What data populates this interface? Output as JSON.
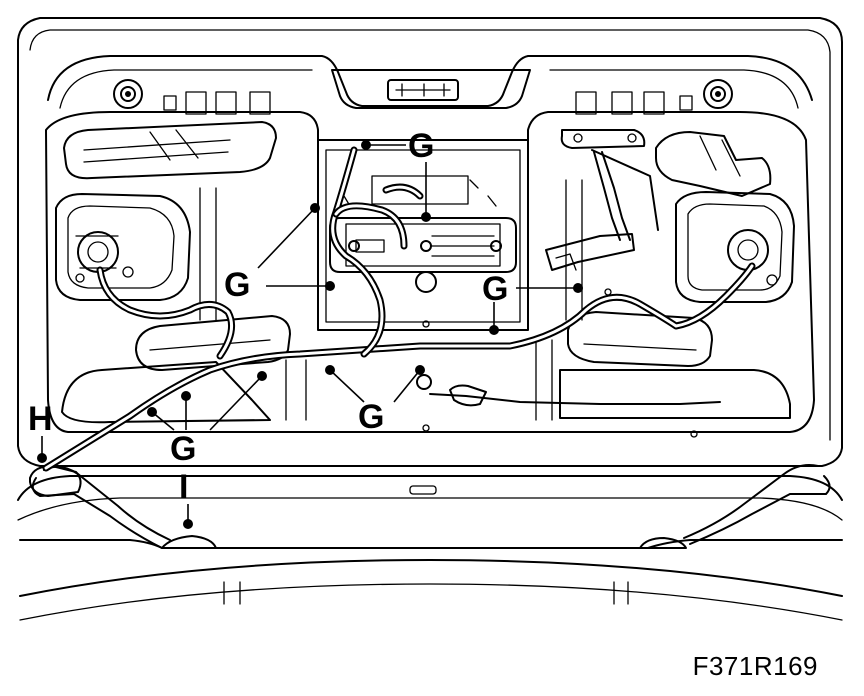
{
  "figure": {
    "code": "F371R169"
  },
  "callouts": [
    {
      "id": "g1",
      "label": "G"
    },
    {
      "id": "g2",
      "label": "G"
    },
    {
      "id": "g3",
      "label": "G"
    },
    {
      "id": "g4",
      "label": "G"
    },
    {
      "id": "g5",
      "label": "G"
    },
    {
      "id": "h",
      "label": "H"
    },
    {
      "id": "i",
      "label": "I"
    }
  ]
}
